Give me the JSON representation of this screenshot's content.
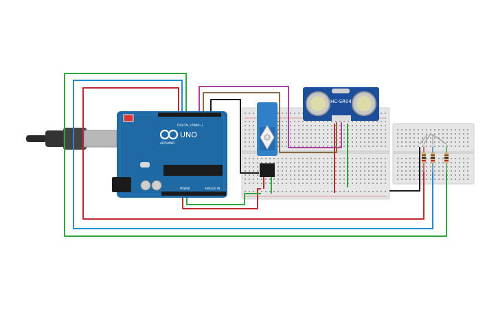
{
  "arduino": {
    "model": "UNO",
    "brand": "ARDUINO",
    "header_digital": "DIGITAL (PWM~)",
    "header_power": "POWER",
    "header_analog": "ANALOG IN",
    "color": "#1f6aa5",
    "logo": "arduino-infinity-logo"
  },
  "sensor": {
    "label": "HC-SR04",
    "color": "#1b4f9c"
  },
  "servo": {
    "color": "#2f7fc9"
  },
  "breadboards": {
    "color": "#e8e8e8"
  },
  "wires": {
    "red": "#c0282d",
    "blue": "#1c8ad6",
    "green": "#2aa83f",
    "black": "#1a1a1a",
    "magenta": "#b03fa5",
    "brown": "#8a6a3b",
    "orange": "#e07b1a"
  }
}
